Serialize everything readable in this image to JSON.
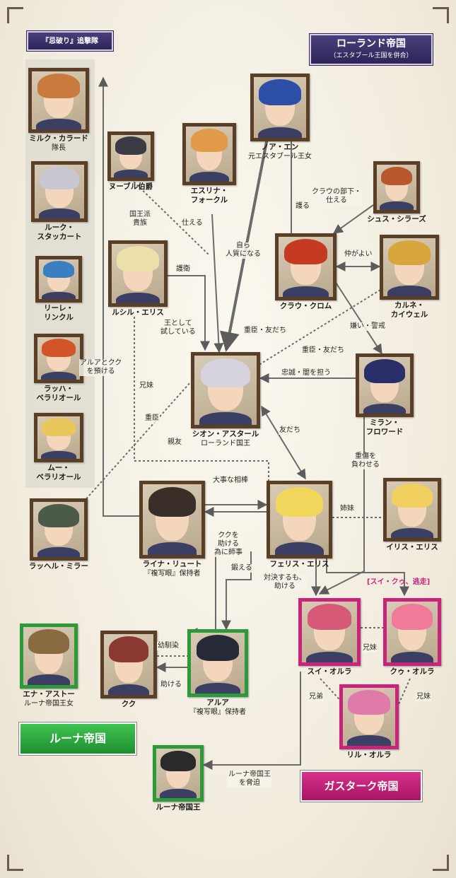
{
  "headers": {
    "left_unit": "『忌破り』追撃隊",
    "roland": "ローランド帝国",
    "roland_sub": "（エスタブール王国を併合）",
    "suicuu_escape": "[スイ・クゥ、逃走]"
  },
  "nations": {
    "luna": "ルーナ帝国",
    "gastark": "ガスターク帝国"
  },
  "characters": {
    "milk": {
      "name": "ミルク・カラード",
      "sub": "隊長",
      "hair": "#c97a3e"
    },
    "luke": {
      "name": "ルーク・\nスタッカート",
      "hair": "#c9c7d2"
    },
    "lire": {
      "name": "リーレ・\nリンクル",
      "hair": "#3a7fc0"
    },
    "lapha": {
      "name": "ラッハ・\nベラリオール",
      "hair": "#d2552a"
    },
    "mu": {
      "name": "ムー・\nベラリオール",
      "hair": "#e8c85a"
    },
    "lachel": {
      "name": "ラッヘル・ミラー",
      "hair": "#4c5a4a"
    },
    "noubel": {
      "name": "ヌーブル伯爵",
      "hair": "#3b3b46"
    },
    "esslina": {
      "name": "エスリナ・\nフォークル",
      "hair": "#e09a4a"
    },
    "noa": {
      "name": "ノア・エン",
      "sub": "元エスタブール王女",
      "hair": "#2e4fa8"
    },
    "lucile": {
      "name": "ルシル・エリス",
      "hair": "#ece0a8"
    },
    "claugh": {
      "name": "クラウ・クロム",
      "hair": "#c43a22"
    },
    "sus": {
      "name": "シュス・シラーズ",
      "hair": "#b9582c"
    },
    "calne": {
      "name": "カルネ・\nカイウェル",
      "hair": "#d8a63c"
    },
    "sion": {
      "name": "シオン・アスタール",
      "sub": "ローランド国王",
      "hair": "#d6d2de"
    },
    "milan": {
      "name": "ミラン・\nフロワード",
      "hair": "#2a2f6a"
    },
    "ryner": {
      "name": "ライナ・リュート",
      "sub": "『複写眼』保持者",
      "hair": "#3a2e28"
    },
    "ferris": {
      "name": "フェリス・エリス",
      "hair": "#f0d65a"
    },
    "iris": {
      "name": "イリス・エリス",
      "hair": "#f2d060"
    },
    "kuku": {
      "name": "クク",
      "hair": "#8a3a32"
    },
    "arua": {
      "name": "アルア",
      "sub": "『複写眼』保持者",
      "hair": "#262a36"
    },
    "ena": {
      "name": "エナ・アストー",
      "sub": "ルーナ帝国王女",
      "hair": "#8a6a40"
    },
    "sui": {
      "name": "スイ・オルラ",
      "hair": "#d65a78"
    },
    "kuu": {
      "name": "クゥ・オルラ",
      "hair": "#f07a9a"
    },
    "lil": {
      "name": "リル・オルラ",
      "hair": "#e07aa8"
    },
    "lunaking": {
      "name": "ルーナ帝国王",
      "hair": "#2a2a2a"
    }
  },
  "relations": {
    "kokuou_ha": "国王派\n貴族",
    "tsukaeru": "仕える",
    "mizukara": "自ら\n人質になる",
    "mamoru": "護る",
    "claugh_buka": "クラウの部下・\n仕える",
    "naka_ga_yoi": "仲がよい",
    "goei": "護衛",
    "ou_toshite": "王として\n試している",
    "kirai_keikai": "嫌い・警戒",
    "jushin_tomodachi_1": "重臣・友だち",
    "jushin_tomodachi_2": "重臣・友だち",
    "chusei_yami": "忠誠・闇を担う",
    "arua_kuku": "アルアとクク\nを預ける",
    "kyoudai": "兄妹",
    "jushin": "重臣",
    "shinyuu": "親友",
    "tomodachi": "友だち",
    "jushou": "重傷を\n負わせる",
    "daiji_aibou": "大事な相棒",
    "shimai": "姉妹",
    "kuku_tasukeru": "ククを\n助ける\n為に師事",
    "kitaeru": "鍛える",
    "taiketsu": "対決するも、\n助ける",
    "osananajimi": "幼馴染",
    "tasukeru": "助ける",
    "sui_kuu_shimai": "兄妹",
    "kyoudai_l": "兄弟",
    "kyoudai_r": "兄妹",
    "luna_kyouhaku": "ルーナ帝国王\nを脅迫"
  },
  "colors": {
    "frame_brown": "#5a3f28",
    "frame_green": "#2d9a3a",
    "frame_magenta": "#c8247b",
    "line_grey": "#6b6b6b",
    "roland_header": "#2d2558"
  }
}
